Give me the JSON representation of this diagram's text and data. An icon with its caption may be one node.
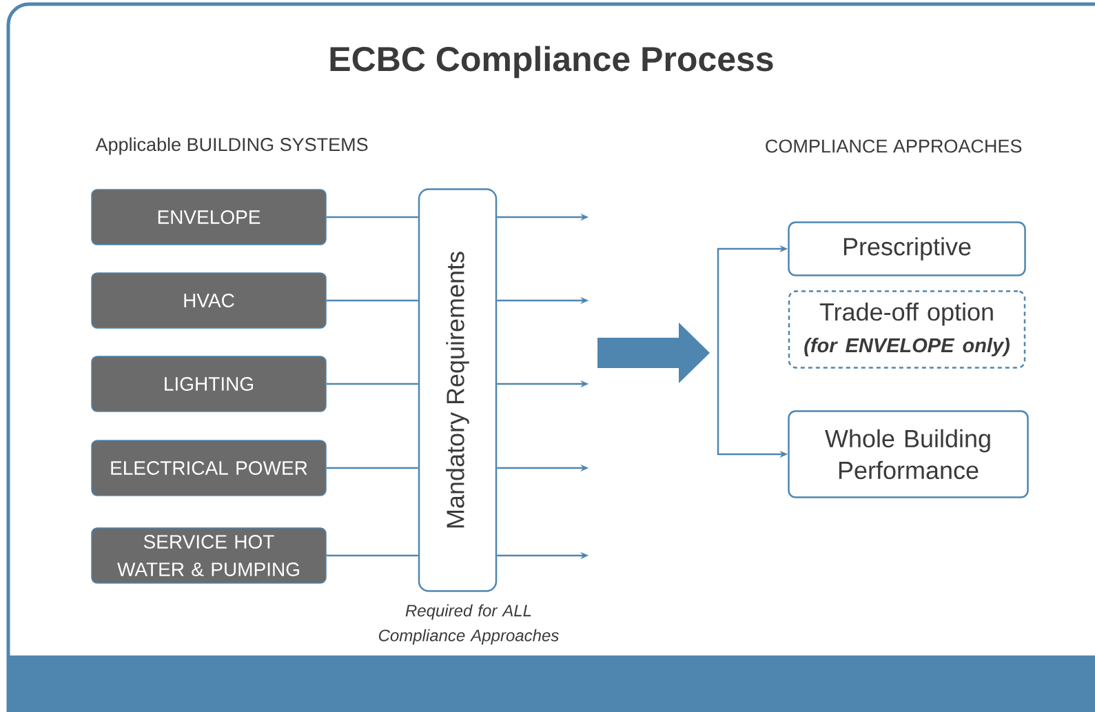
{
  "diagram": {
    "title": "ECBC Compliance Process",
    "nodes": [
      {
        "text": [
          "ENVELOPE"
        ]
      },
      {
        "text": [
          "HVAC"
        ]
      },
      {
        "text": [
          "LIGHTING"
        ]
      },
      {
        "text": [
          "ELECTRICAL POWER"
        ]
      },
      {
        "text": [
          "SERVICE HOT WATER & PUMPING"
        ]
      },
      {
        "text": [
          "Mandatory Requirements"
        ],
        "beside": [
          "Required for ALL Compliance Approaches"
        ]
      },
      {
        "text": [
          "Prescriptive"
        ]
      },
      {
        "text": [
          "Trade-off option",
          "(for ENVELOPE only)"
        ]
      },
      {
        "text": [
          "Whole Building Performance"
        ]
      }
    ],
    "edges": [
      {
        "from": 0,
        "to": 5,
        "arrow": "none"
      },
      {
        "from": 1,
        "to": 5,
        "arrow": "none"
      },
      {
        "from": 2,
        "to": 5,
        "arrow": "none"
      },
      {
        "from": 3,
        "to": 5,
        "arrow": "none"
      },
      {
        "from": 4,
        "to": 5,
        "arrow": "none"
      },
      {
        "from": 5,
        "to": null,
        "arrow": "to"
      },
      {
        "from": 5,
        "to": null,
        "arrow": "to"
      },
      {
        "from": 5,
        "to": null,
        "arrow": "to"
      },
      {
        "from": 5,
        "to": null,
        "arrow": "to"
      },
      {
        "from": 5,
        "to": null,
        "arrow": "to"
      },
      {
        "from": null,
        "to": 6,
        "arrow": "to"
      },
      {
        "from": null,
        "to": 8,
        "arrow": "to"
      }
    ],
    "labels": [
      "Applicable BUILDING SYSTEMS",
      "COMPLIANCE APPROACHES"
    ]
  }
}
